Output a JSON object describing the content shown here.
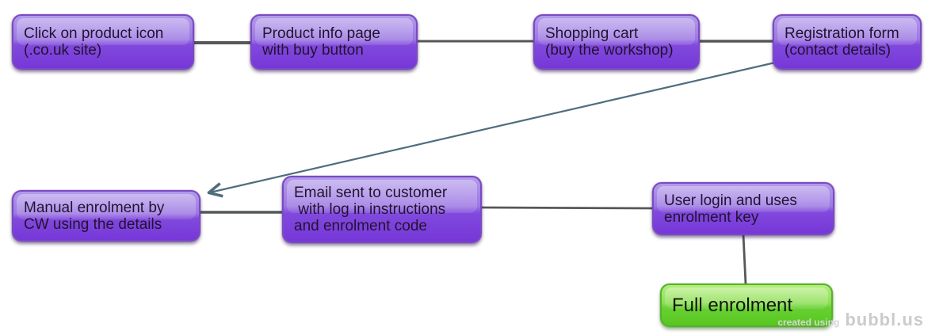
{
  "diagram": {
    "tool": "bubbl.us flowchart",
    "nodes": [
      {
        "id": "click-product-icon",
        "text": "Click on product icon\n(.co.uk site)",
        "color": "purple"
      },
      {
        "id": "product-info-page",
        "text": "Product info page\nwith buy button",
        "color": "purple"
      },
      {
        "id": "shopping-cart",
        "text": "Shopping cart\n(buy the workshop)",
        "color": "purple"
      },
      {
        "id": "registration-form",
        "text": "Registration form\n(contact details)",
        "color": "purple"
      },
      {
        "id": "manual-enrolment",
        "text": "Manual enrolment by\nCW using the details",
        "color": "purple"
      },
      {
        "id": "email-sent",
        "text": "Email sent to customer\n with log in instructions\nand enrolment code",
        "color": "purple"
      },
      {
        "id": "user-login",
        "text": "User login and uses\nenrolment key",
        "color": "purple"
      },
      {
        "id": "full-enrolment",
        "text": "Full enrolment",
        "color": "green"
      }
    ],
    "connections": [
      {
        "from": "click-product-icon",
        "to": "product-info-page",
        "style": "plain-line"
      },
      {
        "from": "product-info-page",
        "to": "shopping-cart",
        "style": "plain-line"
      },
      {
        "from": "shopping-cart",
        "to": "registration-form",
        "style": "plain-line"
      },
      {
        "from": "registration-form",
        "to": "manual-enrolment",
        "style": "arrow"
      },
      {
        "from": "manual-enrolment",
        "to": "email-sent",
        "style": "plain-line"
      },
      {
        "from": "email-sent",
        "to": "user-login",
        "style": "plain-line"
      },
      {
        "from": "user-login",
        "to": "full-enrolment",
        "style": "plain-line"
      }
    ],
    "colors": {
      "node_purple_top": "#b29aea",
      "node_purple_bottom": "#7637d8",
      "node_purple_border": "#7a4ac2",
      "node_green_top": "#b5ee7d",
      "node_green_bottom": "#58c621",
      "node_green_border": "#55b22c",
      "connector_gray": "#55585a",
      "arrow_slate": "#4e6e7d",
      "node_text": "#221330"
    }
  },
  "watermark": {
    "prefix": "created using",
    "brand": "bubbl.us"
  }
}
